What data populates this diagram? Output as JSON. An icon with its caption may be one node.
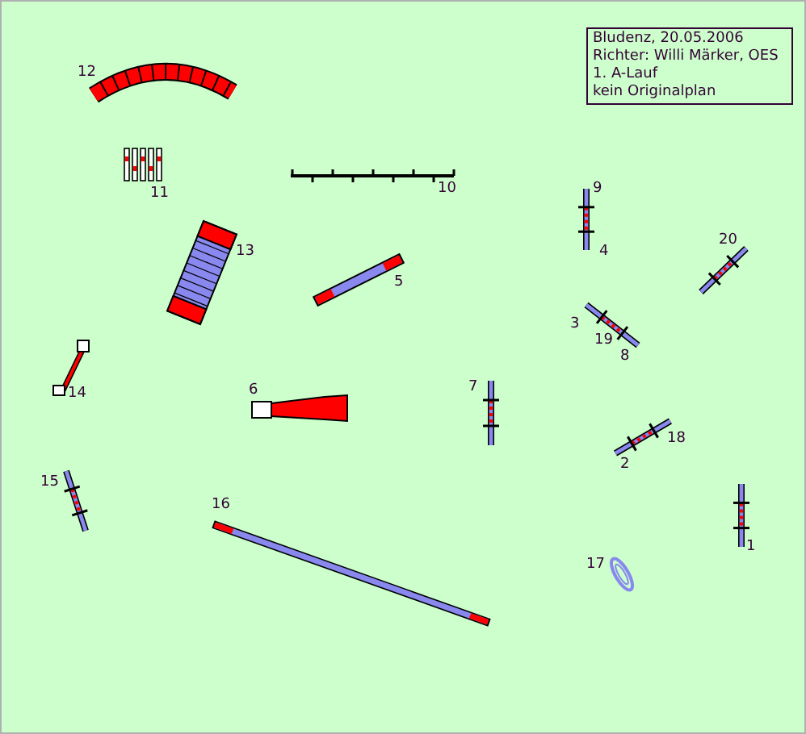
{
  "diagram": {
    "nodes": [
      {
        "text": [
          "Bludenz, 20.05.2006",
          "Richter: Willi Märker, OES",
          "1. A-Lauf",
          "kein Originalplan"
        ]
      }
    ],
    "labels": [
      "12",
      "11",
      "10",
      "9",
      "13",
      "4",
      "20",
      "5",
      "3",
      "19",
      "8",
      "6",
      "7",
      "14",
      "18",
      "2",
      "15",
      "16",
      "1",
      "17"
    ]
  }
}
